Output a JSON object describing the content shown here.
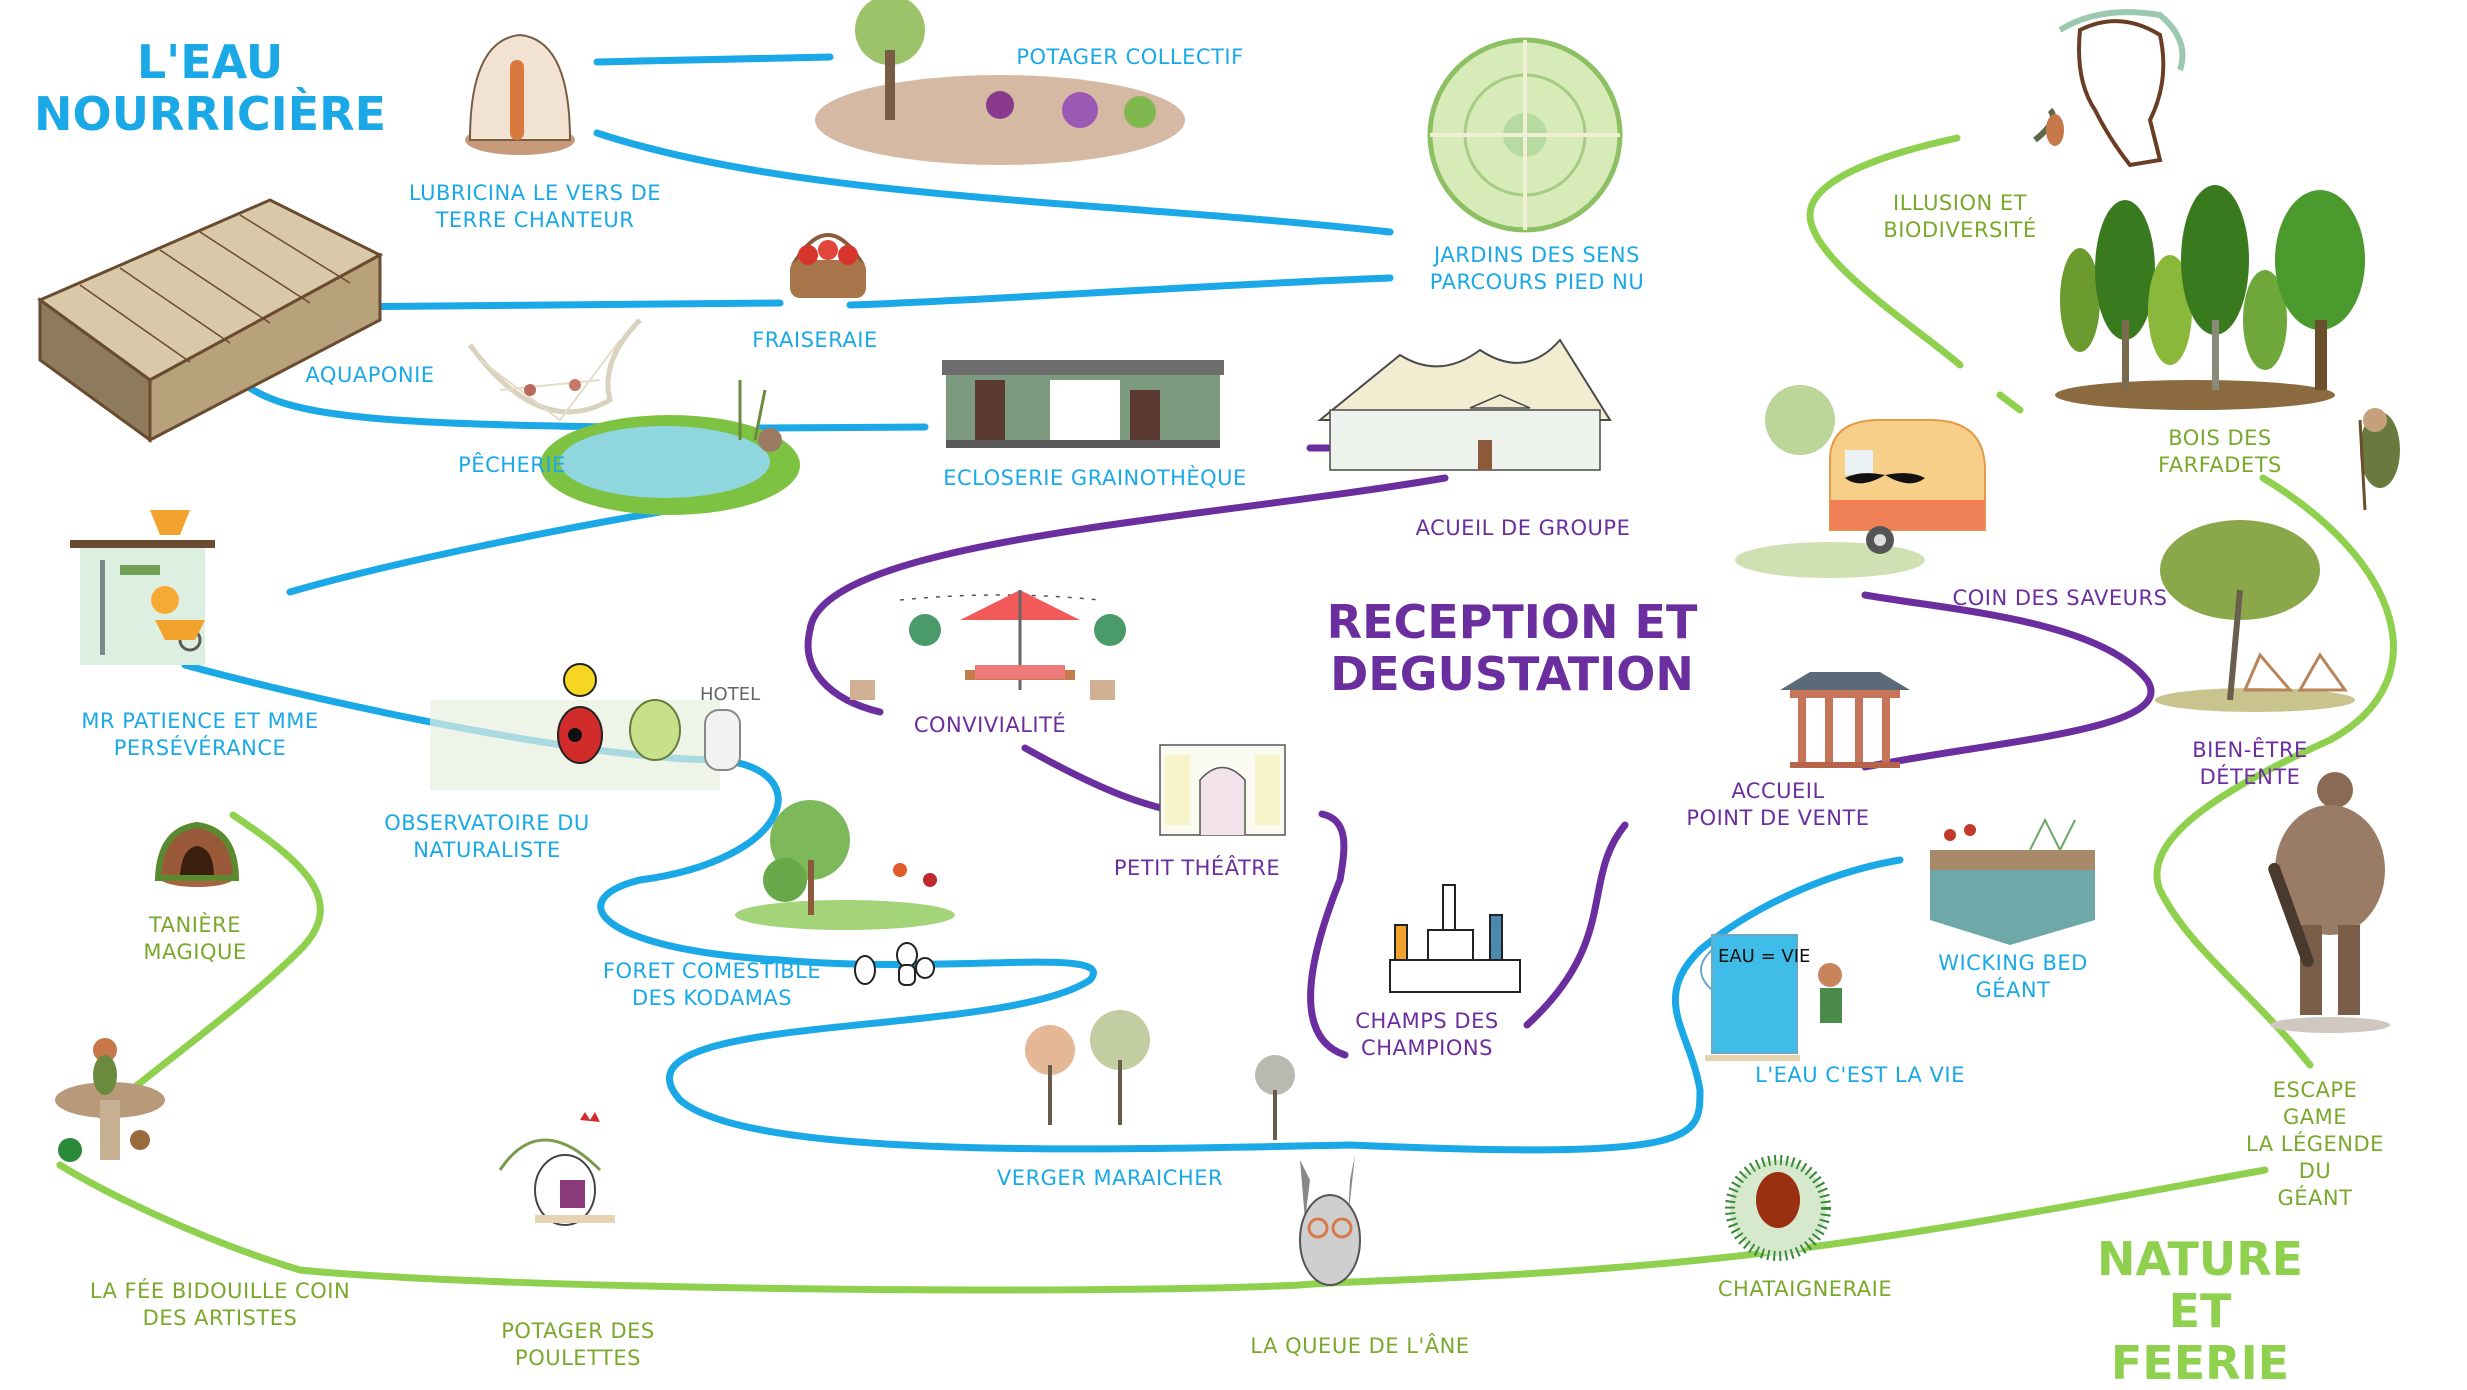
{
  "colors": {
    "water": "#1aa8e6",
    "reception": "#6b2e9e",
    "nature": "#8fd14f",
    "nature_label": "#7aa82c"
  },
  "zones": {
    "water": {
      "title": "L'EAU\nNOURRICIÈRE"
    },
    "reception": {
      "title": "RECEPTION ET\nDEGUSTATION"
    },
    "nature": {
      "title": "NATURE ET\nFEERIE"
    }
  },
  "stops": {
    "water": [
      {
        "id": "lubricina",
        "label": "LUBRICINA LE VERS DE\nTERRE CHANTEUR",
        "icon": "earthworm-icon"
      },
      {
        "id": "potager-collectif",
        "label": "POTAGER COLLECTIF",
        "icon": "vegetable-garden-icon"
      },
      {
        "id": "jardins-sens",
        "label": "JARDINS DES SENS\nPARCOURS PIED NU",
        "icon": "circular-garden-icon"
      },
      {
        "id": "fraiseraie",
        "label": "FRAISERAIE",
        "icon": "strawberry-basket-icon"
      },
      {
        "id": "aquaponie",
        "label": "AQUAPONIE",
        "icon": "greenhouse-icon"
      },
      {
        "id": "pecherie",
        "label": "PÊCHERIE",
        "icon": "pond-icon"
      },
      {
        "id": "ecloserie",
        "label": "ECLOSERIE GRAINOTHÈQUE",
        "icon": "seed-library-icon"
      },
      {
        "id": "mr-patience",
        "label": "MR PATIENCE ET MME\nPERSÉVÉRANCE",
        "icon": "garden-tools-icon"
      },
      {
        "id": "observatoire",
        "label": "OBSERVATOIRE DU\nNATURALISTE",
        "icon": "insect-hotel-icon"
      },
      {
        "id": "foret-comestible",
        "label": "FORET COMESTIBLE\nDES KODAMAS",
        "icon": "edible-forest-icon"
      },
      {
        "id": "verger",
        "label": "VERGER MARAICHER",
        "icon": "orchard-icon"
      },
      {
        "id": "eau-vie",
        "label": "L'EAU C'EST LA VIE",
        "icon": "water-jug-icon",
        "sign_text": "EAU = VIE"
      },
      {
        "id": "wicking-bed",
        "label": "WICKING BED\nGÉANT",
        "icon": "wicking-bed-icon"
      }
    ],
    "reception": [
      {
        "id": "acueil-groupe",
        "label": "ACUEIL DE GROUPE",
        "icon": "marquee-tent-icon"
      },
      {
        "id": "convivialite",
        "label": "CONVIVIALITÉ",
        "icon": "terrace-icon"
      },
      {
        "id": "petit-theatre",
        "label": "PETIT THÉÂTRE",
        "icon": "theatre-icon"
      },
      {
        "id": "champs-champions",
        "label": "CHAMPS DES\nCHAMPIONS",
        "icon": "podium-icon"
      },
      {
        "id": "accueil-vente",
        "label": "ACCUEIL\nPOINT DE VENTE",
        "icon": "gazebo-icon"
      },
      {
        "id": "coin-saveurs",
        "label": "COIN DES SAVEURS",
        "icon": "caravan-icon"
      },
      {
        "id": "bien-etre",
        "label": "BIEN-ÊTRE\nDÉTENTE",
        "icon": "deckchair-tree-icon"
      }
    ],
    "nature": [
      {
        "id": "illusion",
        "label": "ILLUSION ET\nBIODIVERSITÉ",
        "icon": "tree-face-icon"
      },
      {
        "id": "bois-farfadets",
        "label": "BOIS DES\nFARFADETS",
        "icon": "forest-icon"
      },
      {
        "id": "escape-game",
        "label": "ESCAPE GAME\nLA LÉGENDE DU\nGÉANT",
        "icon": "giant-icon"
      },
      {
        "id": "chataigneraie",
        "label": "CHATAIGNERAIE",
        "icon": "chestnut-icon"
      },
      {
        "id": "queue-ane",
        "label": "LA QUEUE DE L'ÂNE",
        "icon": "donkey-icon"
      },
      {
        "id": "potager-poulettes",
        "label": "POTAGER DES\nPOULETTES",
        "icon": "hen-icon"
      },
      {
        "id": "fee-bidouille",
        "label": "LA FÉE BIDOUILLE COIN\nDES ARTISTES",
        "icon": "fairy-icon"
      },
      {
        "id": "taniere",
        "label": "TANIÈRE\nMAGIQUE",
        "icon": "burrow-icon"
      }
    ]
  }
}
